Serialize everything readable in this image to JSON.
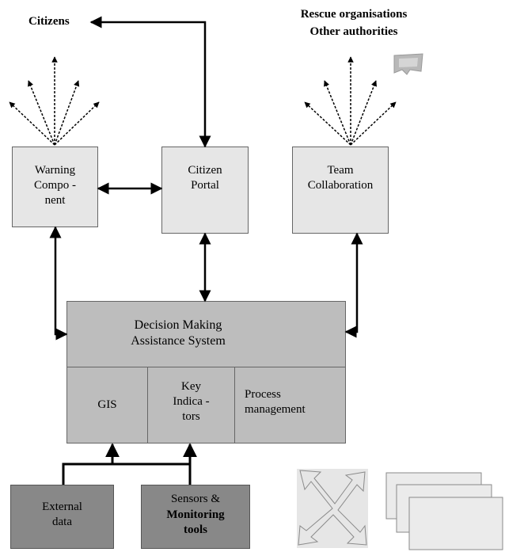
{
  "labels": {
    "citizens": "Citizens",
    "rescue": "Rescue organisations",
    "other_authorities": "Other authorities",
    "warning": "Warning\nCompo -\nnent",
    "citizen_portal": "Citizen\nPortal",
    "team_collab": "Team\nCollaboration",
    "dmas": "Decision Making\nAssistance System",
    "gis": "GIS",
    "key_indicators": "Key\nIndica -\ntors",
    "process_mgmt": "Process\nmanagement",
    "external_data": "External\ndata",
    "sensors_line1": "Sensors &",
    "sensors_line2": "Monitoring\ntools"
  },
  "colors": {
    "box_light": "#e6e6e6",
    "box_mid": "#bdbdbd",
    "box_dark": "#888888",
    "line": "#000000"
  }
}
